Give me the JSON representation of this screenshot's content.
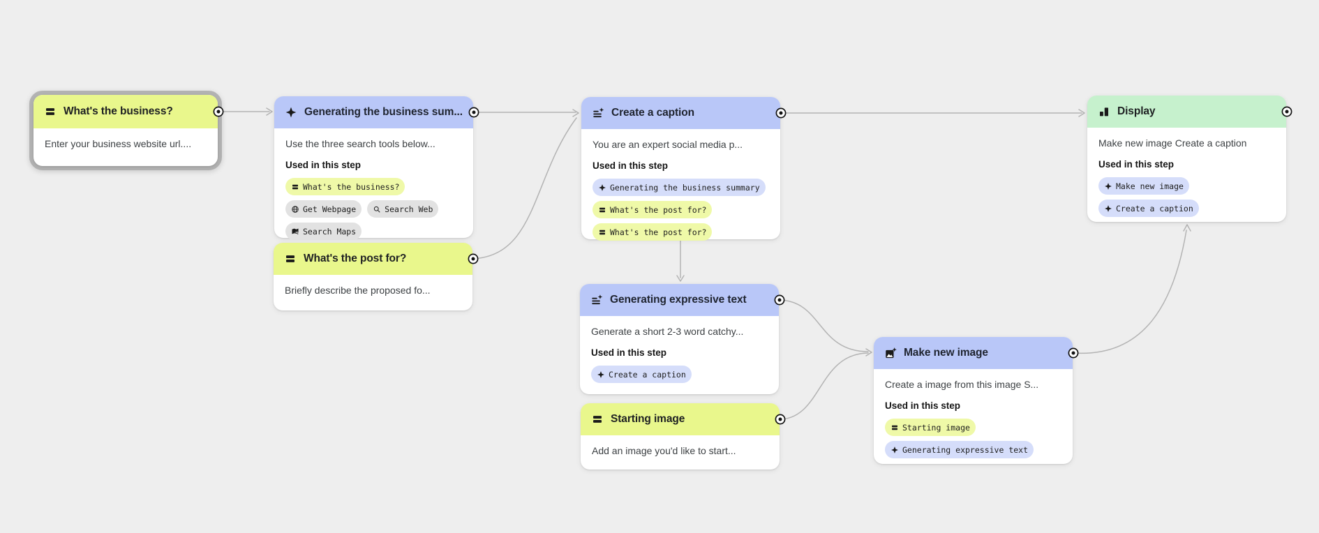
{
  "canvas": {
    "background": "#eeeeee",
    "connector_color": "#b3b3b3"
  },
  "colors": {
    "header_blue": "#b9c7f8",
    "header_yellow": "#e9f78c",
    "header_green": "#c6f1cd",
    "chip_blue": "#d5ddfa",
    "chip_yellow": "#eff9a8",
    "chip_gray": "#e2e2e2"
  },
  "labels": {
    "used_in_step": "Used in this step"
  },
  "cards": [
    {
      "id": "whats-the-business",
      "title": "What's the business?",
      "icon": "text-input-icon",
      "header_color": "yellow",
      "body": "Enter your business website url....",
      "selected": true
    },
    {
      "id": "generating-business-summary",
      "title": "Generating the business sum...",
      "icon": "sparkle-icon",
      "header_color": "blue",
      "body": "Use the three search tools below...",
      "chips": [
        {
          "label": "What's the business?",
          "icon": "text-input-icon",
          "color": "yellow"
        },
        {
          "label": "Get Webpage",
          "icon": "globe-icon",
          "color": "gray"
        },
        {
          "label": "Search Web",
          "icon": "search-icon",
          "color": "gray"
        },
        {
          "label": "Search Maps",
          "icon": "map-search-icon",
          "color": "gray"
        }
      ]
    },
    {
      "id": "whats-the-post-for",
      "title": "What's the post for?",
      "icon": "text-input-icon",
      "header_color": "yellow",
      "body": "Briefly describe the proposed fo..."
    },
    {
      "id": "create-a-caption",
      "title": "Create a caption",
      "icon": "prompt-icon",
      "header_color": "blue",
      "body": "You are an expert social media p...",
      "chips": [
        {
          "label": "Generating the business summary",
          "icon": "sparkle-icon",
          "color": "blue"
        },
        {
          "label": "What's the post for?",
          "icon": "text-input-icon",
          "color": "yellow"
        },
        {
          "label": "What's the post for?",
          "icon": "text-input-icon",
          "color": "yellow"
        }
      ]
    },
    {
      "id": "generating-expressive-text",
      "title": "Generating expressive text",
      "icon": "prompt-icon",
      "header_color": "blue",
      "body": "Generate a short 2-3 word catchy...",
      "chips": [
        {
          "label": "Create a caption",
          "icon": "sparkle-icon",
          "color": "blue"
        }
      ]
    },
    {
      "id": "starting-image",
      "title": "Starting image",
      "icon": "text-input-icon",
      "header_color": "yellow",
      "body": "Add an image you'd like to start..."
    },
    {
      "id": "make-new-image",
      "title": "Make new image",
      "icon": "image-sparkle-icon",
      "header_color": "blue",
      "body": "Create a image from this image S...",
      "chips": [
        {
          "label": "Starting image",
          "icon": "text-input-icon",
          "color": "yellow"
        },
        {
          "label": "Generating expressive text",
          "icon": "sparkle-icon",
          "color": "blue"
        }
      ]
    },
    {
      "id": "display",
      "title": "Display",
      "icon": "display-icon",
      "header_color": "green",
      "body": "Make new image Create a caption",
      "chips": [
        {
          "label": "Make new image",
          "icon": "sparkle-icon",
          "color": "blue"
        },
        {
          "label": "Create a caption",
          "icon": "sparkle-icon",
          "color": "blue"
        }
      ]
    }
  ]
}
